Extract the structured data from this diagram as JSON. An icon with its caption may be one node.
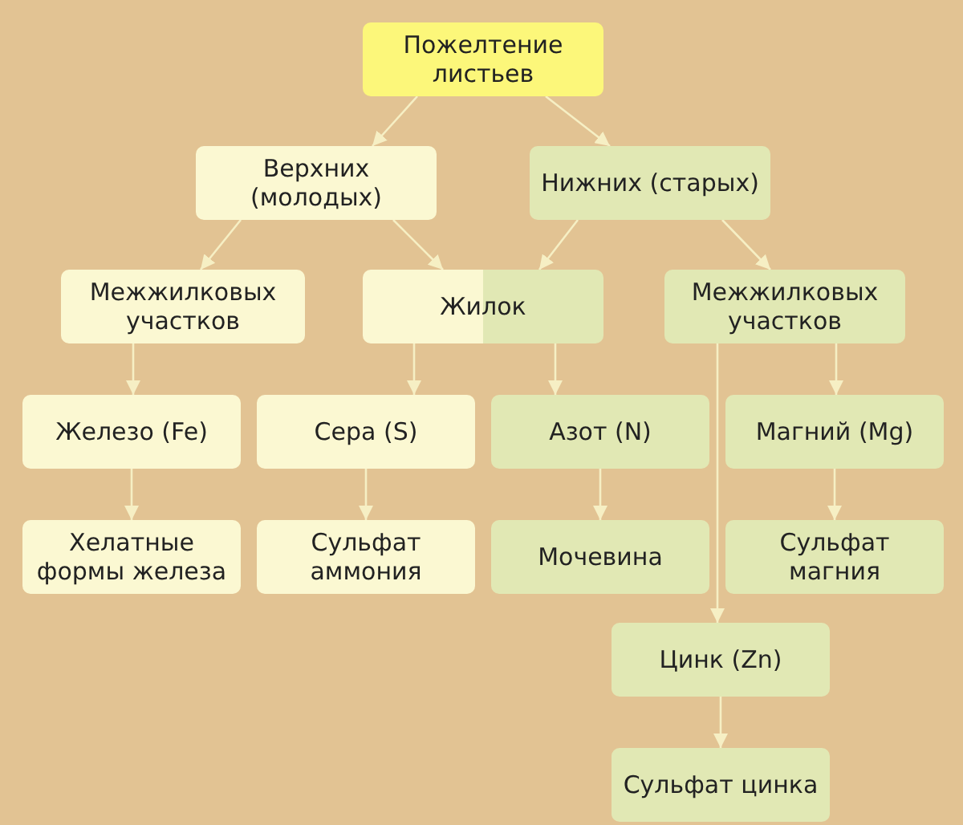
{
  "diagram": {
    "nodes": [
      {
        "text": [
          "Пожелтение листьев"
        ]
      },
      {
        "text": [
          "Верхних (молодых)"
        ]
      },
      {
        "text": [
          "Нижних (старых)"
        ]
      },
      {
        "text": [
          "Межжилковых участков"
        ]
      },
      {
        "text": [
          "Жилок"
        ]
      },
      {
        "text": [
          "Межжилковых участков"
        ]
      },
      {
        "text": [
          "Железо (Fe)"
        ]
      },
      {
        "text": [
          "Сера (S)"
        ]
      },
      {
        "text": [
          "Азот (N)"
        ]
      },
      {
        "text": [
          "Магний (Mg)"
        ]
      },
      {
        "text": [
          "Хелатные формы железа"
        ]
      },
      {
        "text": [
          "Сульфат аммония"
        ]
      },
      {
        "text": [
          "Мочевина"
        ]
      },
      {
        "text": [
          "Сульфат магния"
        ]
      },
      {
        "text": [
          "Цинк (Zn)"
        ]
      },
      {
        "text": [
          "Сульфат цинка"
        ]
      }
    ],
    "edges": [
      {
        "from": 0,
        "to": 1,
        "arrow": "to"
      },
      {
        "from": 0,
        "to": 2,
        "arrow": "to"
      },
      {
        "from": 1,
        "to": 3,
        "arrow": "to"
      },
      {
        "from": 1,
        "to": 4,
        "arrow": "to"
      },
      {
        "from": 2,
        "to": 4,
        "arrow": "to"
      },
      {
        "from": 2,
        "to": 5,
        "arrow": "to"
      },
      {
        "from": 3,
        "to": 6,
        "arrow": "to"
      },
      {
        "from": 4,
        "to": 7,
        "arrow": "to"
      },
      {
        "from": 4,
        "to": 8,
        "arrow": "to"
      },
      {
        "from": 5,
        "to": 9,
        "arrow": "to"
      },
      {
        "from": 5,
        "to": 14,
        "arrow": "to"
      },
      {
        "from": 6,
        "to": 10,
        "arrow": "to"
      },
      {
        "from": 7,
        "to": 11,
        "arrow": "to"
      },
      {
        "from": 8,
        "to": 12,
        "arrow": "to"
      },
      {
        "from": 9,
        "to": 13,
        "arrow": "to"
      },
      {
        "from": 14,
        "to": 15,
        "arrow": "to"
      }
    ]
  }
}
